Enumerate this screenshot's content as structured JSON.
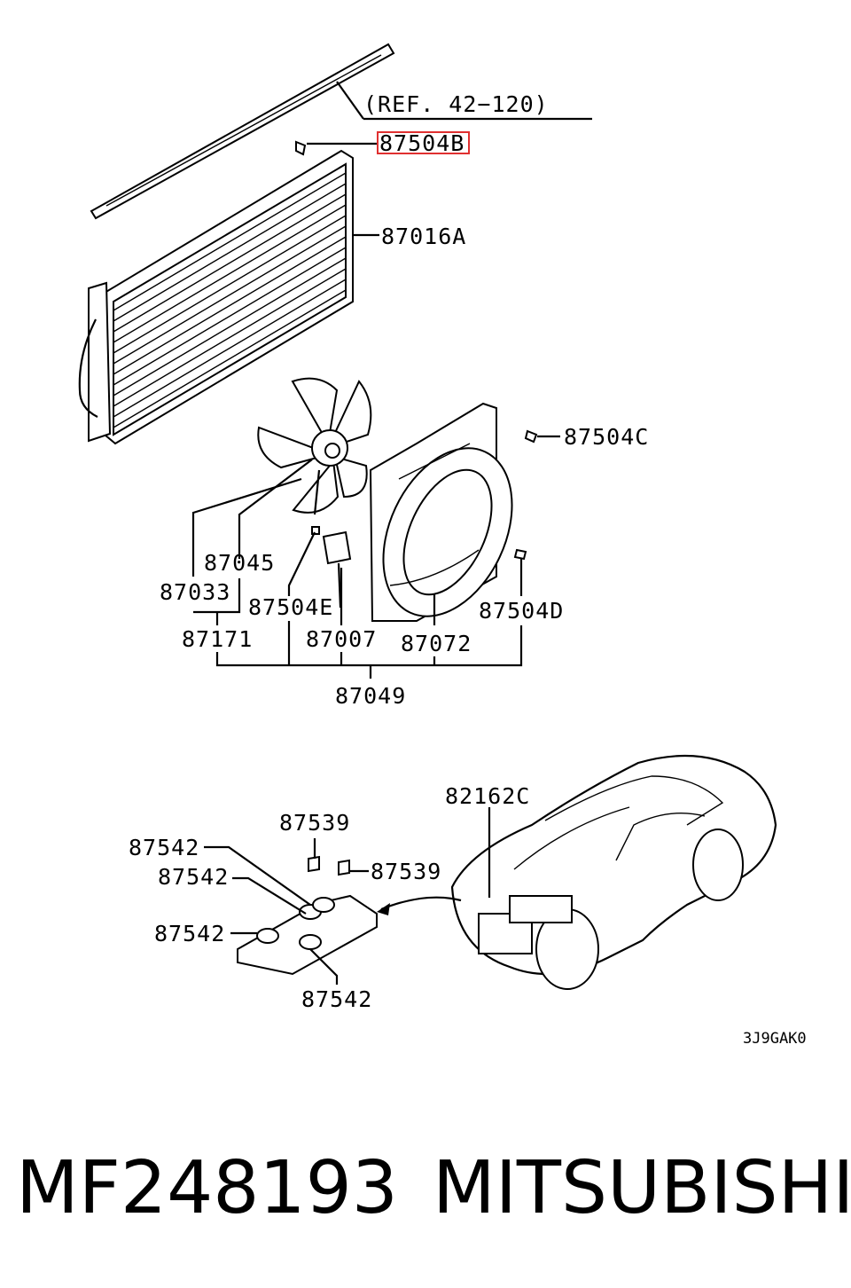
{
  "diagram": {
    "ref_label": "(REF. 42−120)",
    "callouts": {
      "p87504B": "87504B",
      "p87016A": "87016A",
      "p87504C": "87504C",
      "p87045": "87045",
      "p87033": "87033",
      "p87504E": "87504E",
      "p87504D": "87504D",
      "p87171": "87171",
      "p87007": "87007",
      "p87072": "87072",
      "p87049": "87049",
      "p82162C": "82162C",
      "p87539a": "87539",
      "p87539b": "87539",
      "p87542a": "87542",
      "p87542b": "87542",
      "p87542c": "87542",
      "p87542d": "87542"
    },
    "figure_code": "3J9GAK0",
    "highlight_color": "#e03030"
  },
  "footer": {
    "part_number": "MF248193",
    "brand": "MITSUBISHI"
  }
}
